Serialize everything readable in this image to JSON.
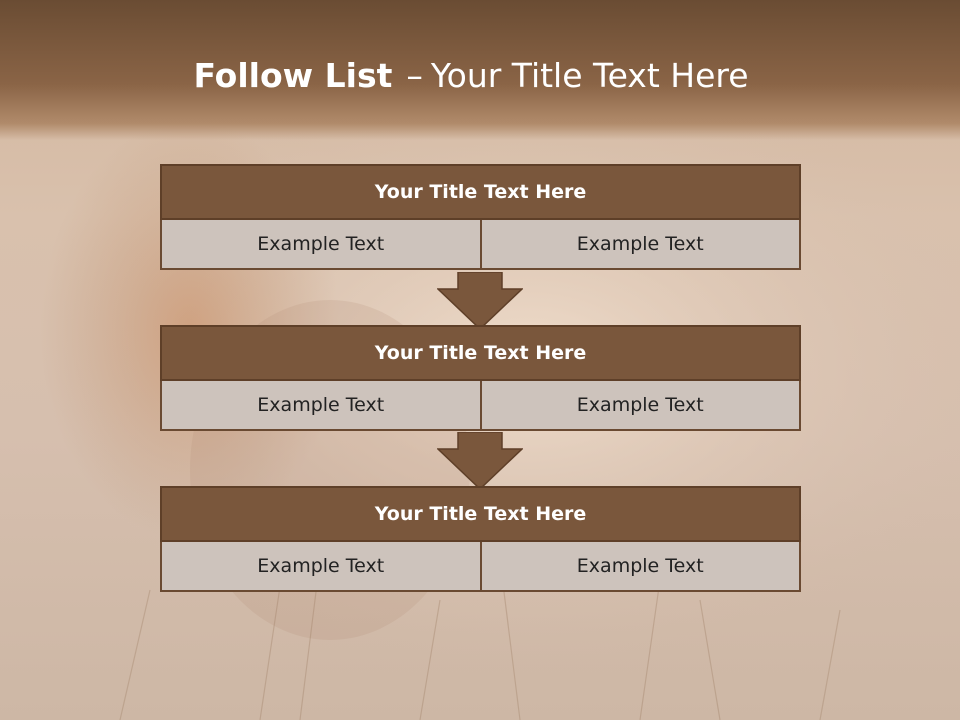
{
  "slide": {
    "title_bold": "Follow List",
    "title_dash": "–",
    "title_rest": "Your Title Text Here"
  },
  "blocks": [
    {
      "title": "Your Title Text Here",
      "cells": [
        "Example Text",
        "Example Text"
      ]
    },
    {
      "title": "Your Title Text Here",
      "cells": [
        "Example Text",
        "Example Text"
      ]
    },
    {
      "title": "Your Title Text Here",
      "cells": [
        "Example Text",
        "Example Text"
      ]
    }
  ],
  "colors": {
    "header": "#7a573c",
    "arrow": "#7a573c",
    "cell": "#cdc3bc",
    "border": "#5e3f28"
  },
  "icons": [
    "down-arrow-icon"
  ]
}
